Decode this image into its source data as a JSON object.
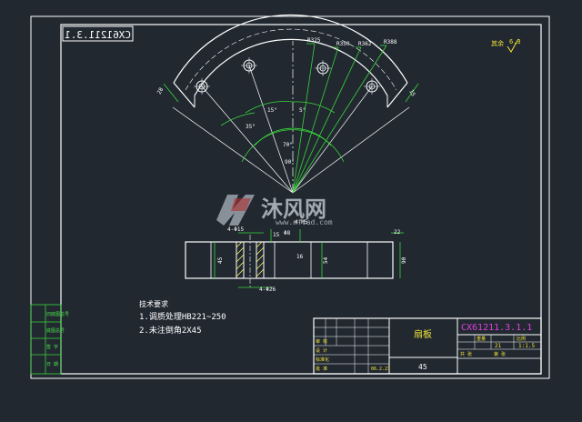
{
  "drawing": {
    "top_code_mirrored": "CX61211.3.1",
    "roughness_label": "其余",
    "roughness_value": "6.3",
    "radius_labels": [
      "R325",
      "R350",
      "R362",
      "R388"
    ],
    "side_dims": [
      "28",
      "15"
    ],
    "angle_labels": [
      "15°",
      "5°",
      "35°",
      "70°",
      "90°"
    ],
    "front_view_dims": [
      "4-Φ15",
      "15",
      "45",
      "Φ8",
      "16",
      "54",
      "22",
      "90",
      "4-Φ26",
      "4-M5"
    ],
    "tech_req": {
      "heading": "技术要求",
      "items": [
        "1.调质处理HB221~250",
        "2.未注倒角2X45"
      ]
    }
  },
  "title_block": {
    "part_name": "扇板",
    "drawing_no": "CX61211.3.1.1",
    "material": "45",
    "row_labels": [
      "审 核",
      "设 计",
      "标准化",
      "批 准"
    ],
    "small_labels": [
      "重量",
      "比例",
      "共 张",
      "第 张"
    ],
    "qty": "21",
    "scale": "1:1.5",
    "date": "06.2.23"
  },
  "left_stamp_labels": [
    "旧底图总号",
    "底图总号",
    "签 字",
    "日 期"
  ],
  "watermark": {
    "brand_cn": "沐风网",
    "url": "www.mfcad.com"
  },
  "colors": {
    "background": "#212830",
    "frame": "#ffffff",
    "outline": "#ffffff",
    "dimension": "#3ad63a",
    "text_green": "#4ee24e",
    "yellow": "#f2e23a",
    "cyan": "#39d8d8",
    "magenta": "#e040e0",
    "hatch": "#ffff66"
  }
}
